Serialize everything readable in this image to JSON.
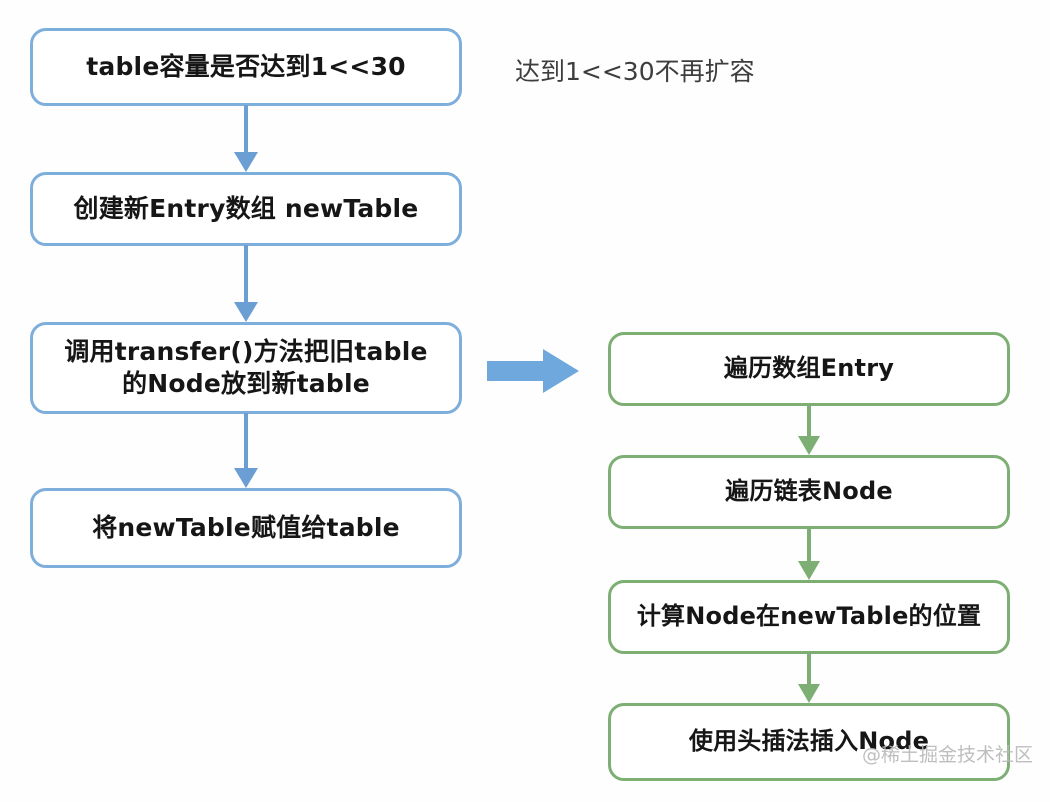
{
  "diagram": {
    "title_note": "达到1<<30不再扩容",
    "watermark": "@稀土掘金技术社区",
    "colors": {
      "blue_border": "#7eaedb",
      "blue_arrow": "#6b9fd4",
      "green_border": "#7dae74",
      "green_arrow": "#7dae74",
      "block_arrow": "#6fa8dc",
      "text": "#161616",
      "background": "#fefefe"
    },
    "left_flow": {
      "name": "resize-main-flow",
      "nodes": [
        {
          "id": "check-capacity",
          "label": "table容量是否达到1<<30"
        },
        {
          "id": "create-new-table",
          "label": "创建新Entry数组 newTable"
        },
        {
          "id": "call-transfer",
          "label": "调用transfer()方法把旧table\n的Node放到新table"
        },
        {
          "id": "assign-table",
          "label": "将newTable赋值给table"
        }
      ],
      "connector_count": 3
    },
    "right_flow": {
      "name": "transfer-detail-flow",
      "nodes": [
        {
          "id": "iterate-entry-array",
          "label": "遍历数组Entry"
        },
        {
          "id": "iterate-node-list",
          "label": "遍历链表Node"
        },
        {
          "id": "compute-position",
          "label": "计算Node在newTable的位置"
        },
        {
          "id": "head-insert-node",
          "label": "使用头插法插入Node"
        }
      ],
      "connector_count": 3
    },
    "cross_arrow": {
      "id": "expand-arrow",
      "from": "call-transfer",
      "to": "iterate-entry-array"
    }
  }
}
